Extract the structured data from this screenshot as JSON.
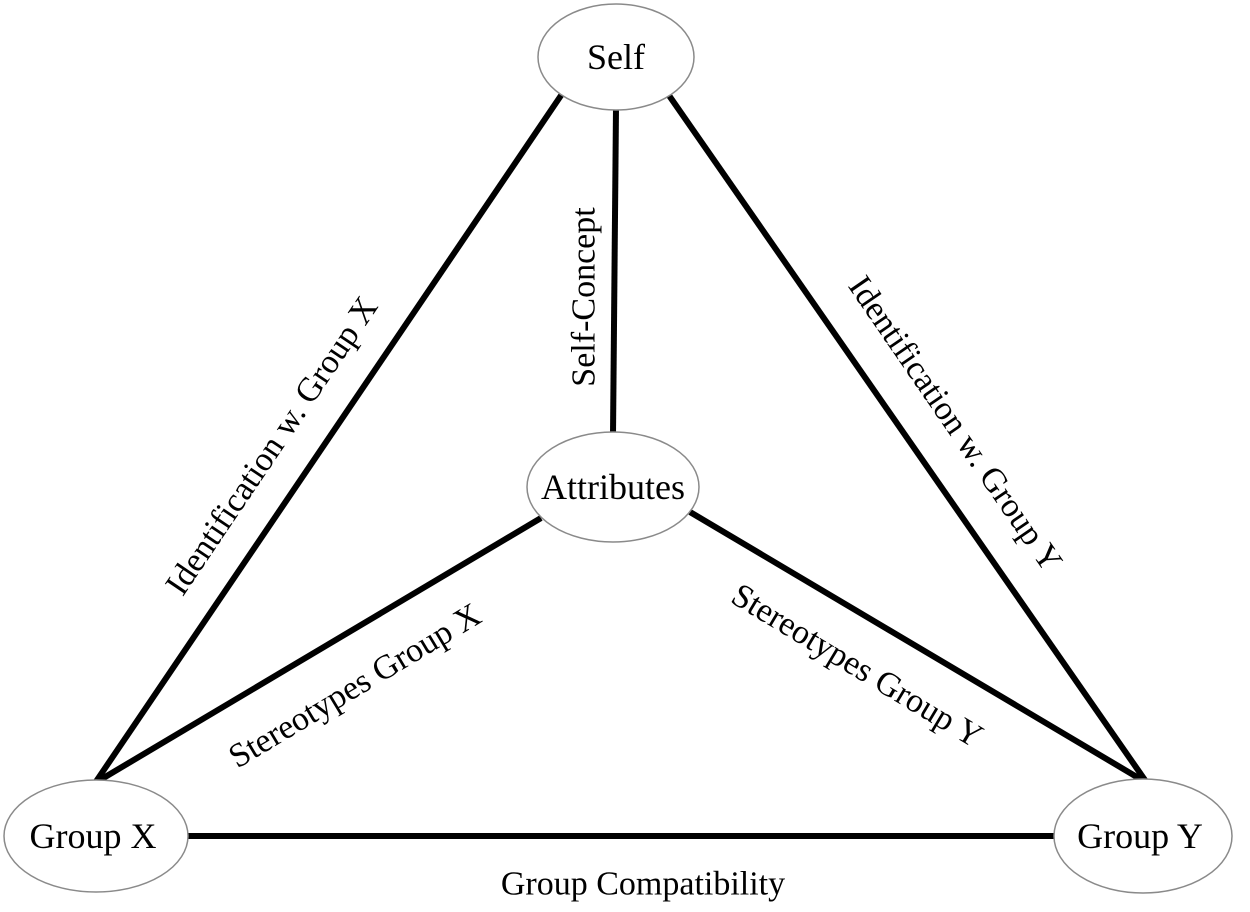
{
  "nodes": {
    "self": "Self",
    "attributes": "Attributes",
    "group_x": "Group X",
    "group_y": "Group Y"
  },
  "edges": {
    "self_to_group_x": "Identification w. Group X",
    "self_to_group_y": "Identification w. Group Y",
    "self_to_attributes": "Self-Concept",
    "attributes_to_group_x": "Stereotypes Group X",
    "attributes_to_group_y": "Stereotypes Group Y",
    "group_x_to_group_y": "Group Compatibility"
  }
}
